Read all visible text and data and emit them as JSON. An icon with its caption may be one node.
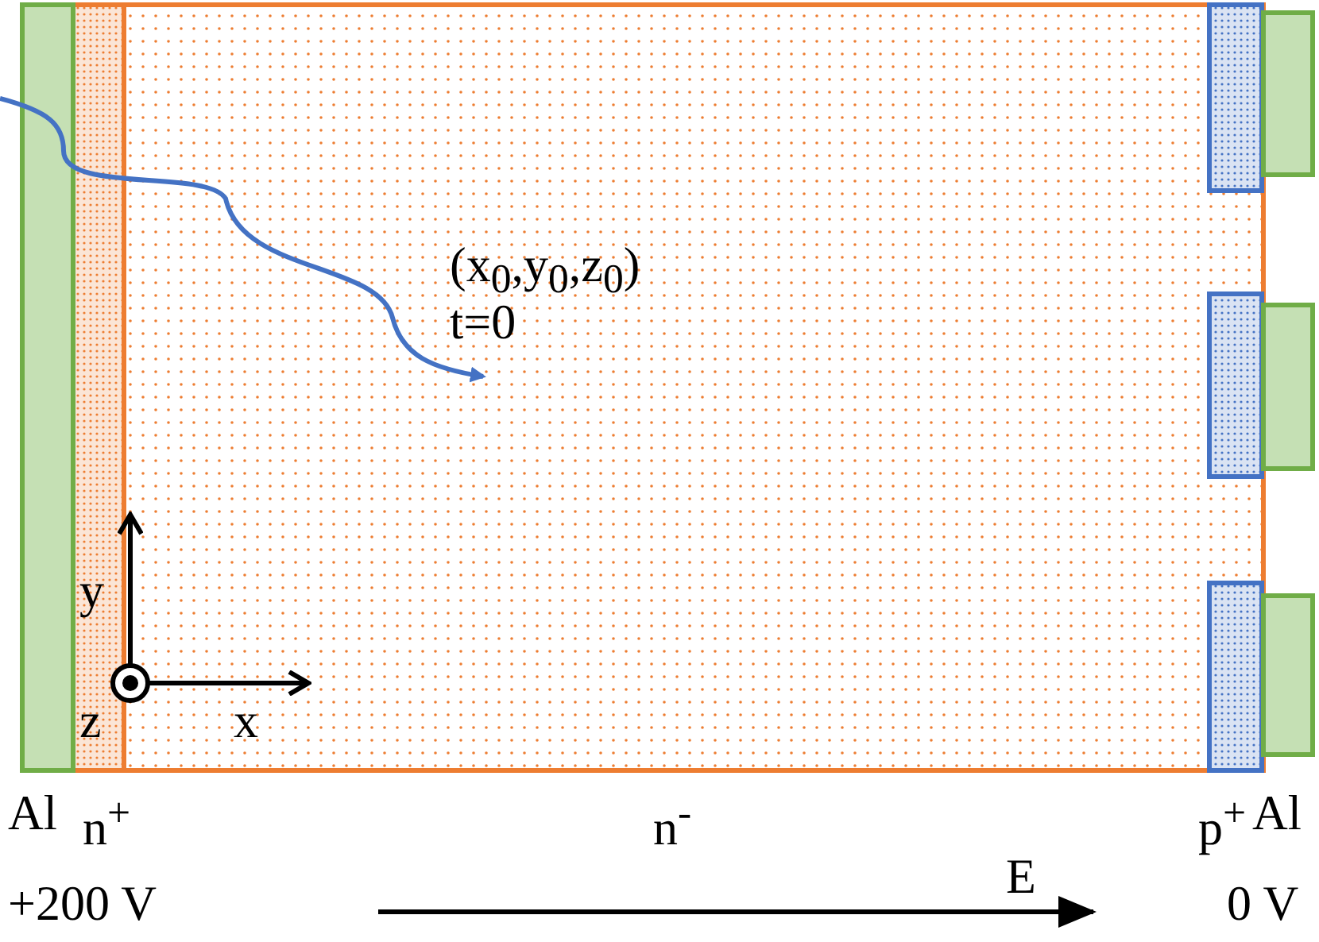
{
  "diagram": {
    "labels": [
      "(x$_{0}$,y$_{0}$,z$_{0}$)",
      "t=0",
      "y",
      "z",
      "x",
      "Al",
      "n$^{+}$",
      "n$^{-}$",
      "p$^{+}$",
      "Al",
      "+200 V",
      "E",
      "0 V"
    ]
  }
}
